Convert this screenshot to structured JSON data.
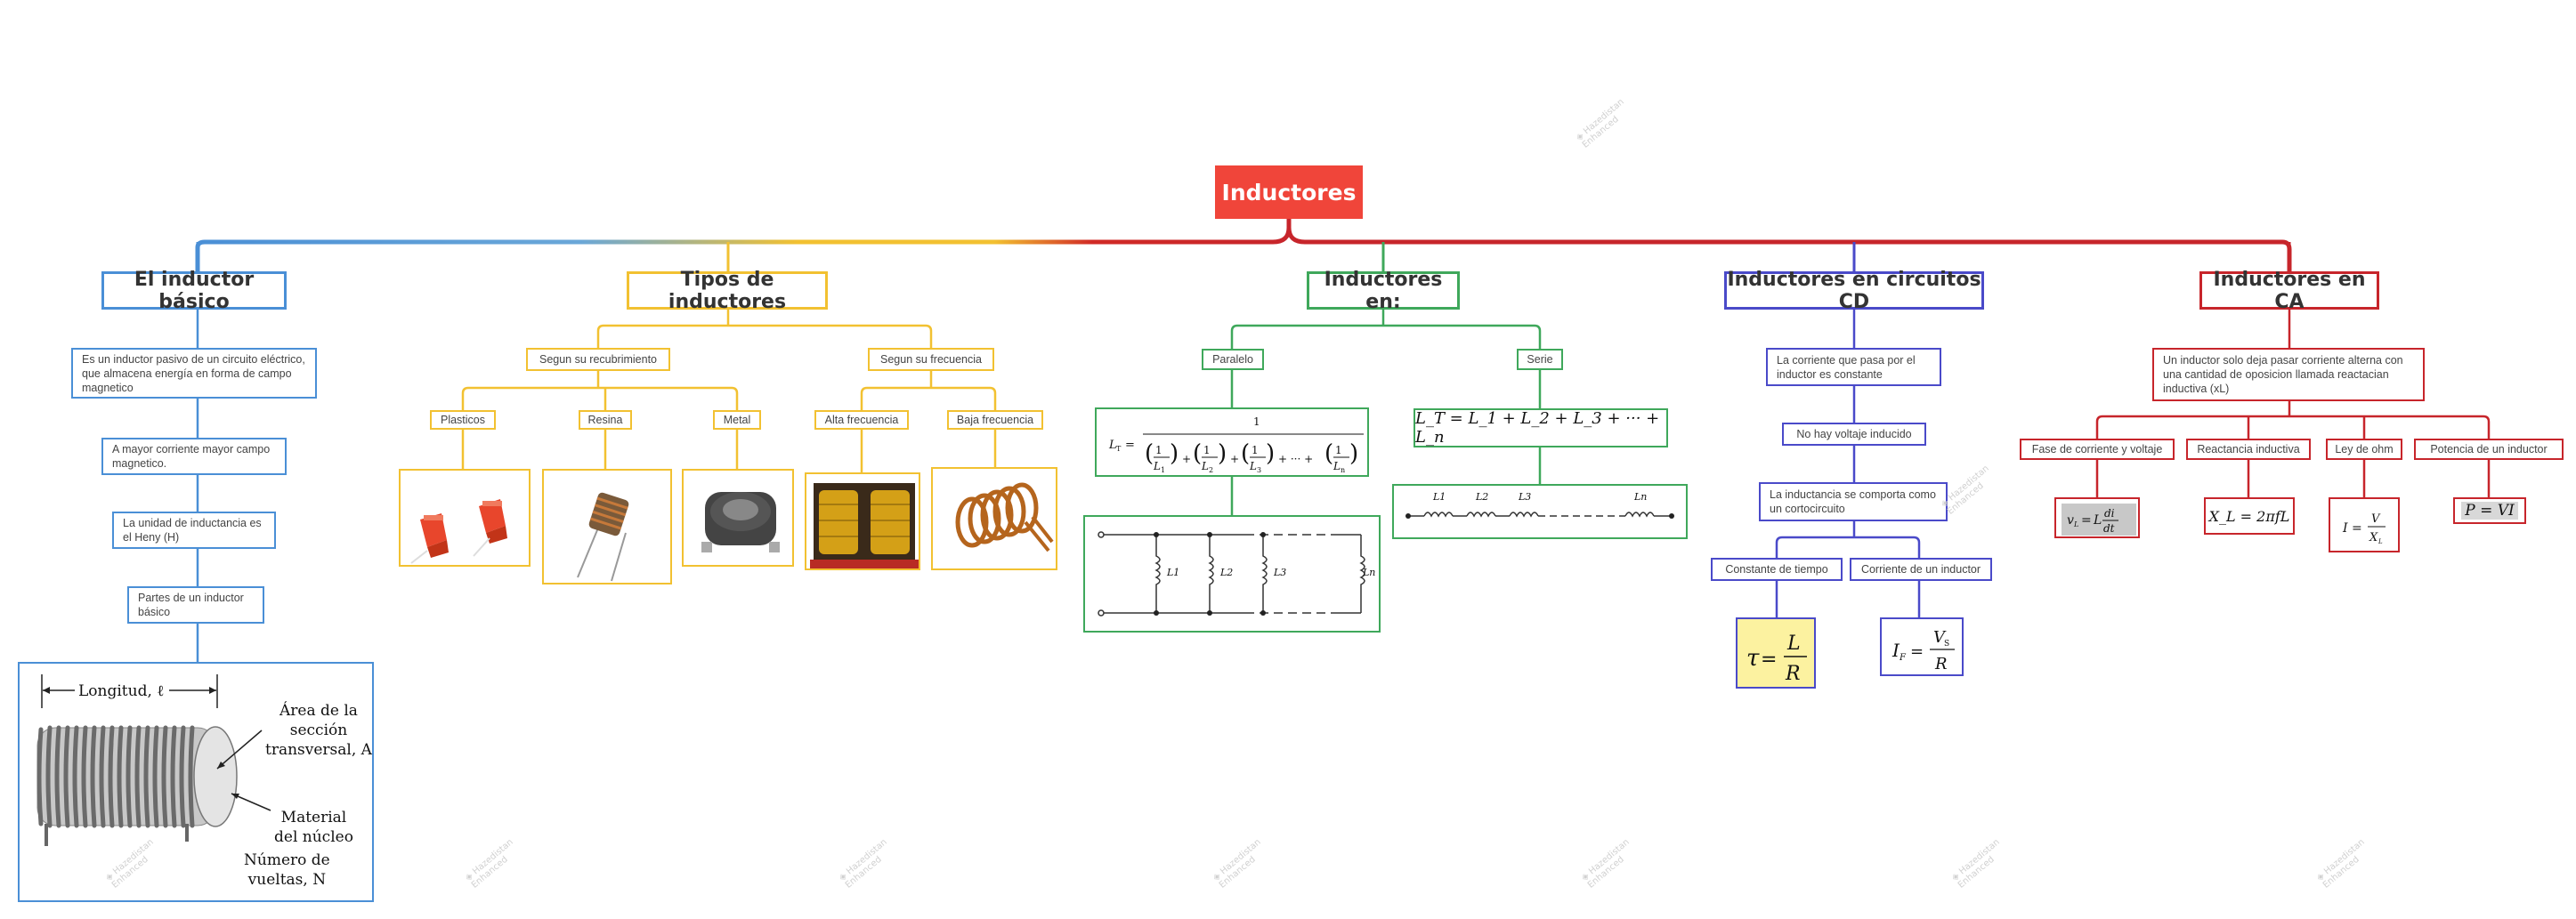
{
  "root": {
    "label": "Inductores"
  },
  "branches": {
    "basico": {
      "title": "El inductor básico",
      "items": [
        "Es un inductor pasivo de un circuito eléctrico, que almacena energía en forma de campo magnetico",
        "A mayor corriente mayor campo magnetico.",
        "La unidad de inductancia es el Heny (H)",
        "Partes de un inductor básico"
      ],
      "figure": {
        "longitud": "Longitud, ℓ",
        "area": [
          "Área de la",
          "sección",
          "transversal, A"
        ],
        "material": [
          "Material",
          "del núcleo"
        ],
        "vueltas": [
          "Número de",
          "vueltas, N"
        ]
      }
    },
    "tipos": {
      "title": "Tipos de inductores",
      "recubrimiento": "Segun su recubrimiento",
      "frecuencia": "Segun su frecuencia",
      "leaves": [
        "Plasticos",
        "Resina",
        "Metal",
        "Alta frecuencia",
        "Baja frecuencia"
      ]
    },
    "en": {
      "title": "Inductores en:",
      "paralelo": "Paralelo",
      "serie": "Serie",
      "serie_formula": "L_T = L_1 + L_2 + L_3 + ··· + L_n",
      "paralelo_lhs": "L_T =",
      "coil_labels": [
        "L1",
        "L2",
        "L3",
        "Ln"
      ]
    },
    "cd": {
      "title": "Inductores en circuitos CD",
      "items": [
        "La corriente que pasa por el inductor es constante",
        "No hay voltaje inducido",
        "La inductancia se comporta como un cortocircuito"
      ],
      "tiempo": "Constante de tiempo",
      "corriente": "Corriente de un inductor"
    },
    "ca": {
      "title": "Inductores en CA",
      "desc": "Un inductor solo deja pasar corriente alterna con una cantidad de oposicion llamada reactacian inductiva (xL)",
      "leaves": [
        "Fase de corriente y voltaje",
        "Reactancia inductiva",
        "Ley de ohm",
        "Potencia de un inductor"
      ],
      "xl": "X_L = 2πfL",
      "p": "P = VI"
    }
  },
  "colors": {
    "root": "#f0453a",
    "blue": "#4a8fd6",
    "yellow": "#f2c131",
    "green": "#3fa85b",
    "purple": "#4a4ac9",
    "red": "#c7252b"
  }
}
